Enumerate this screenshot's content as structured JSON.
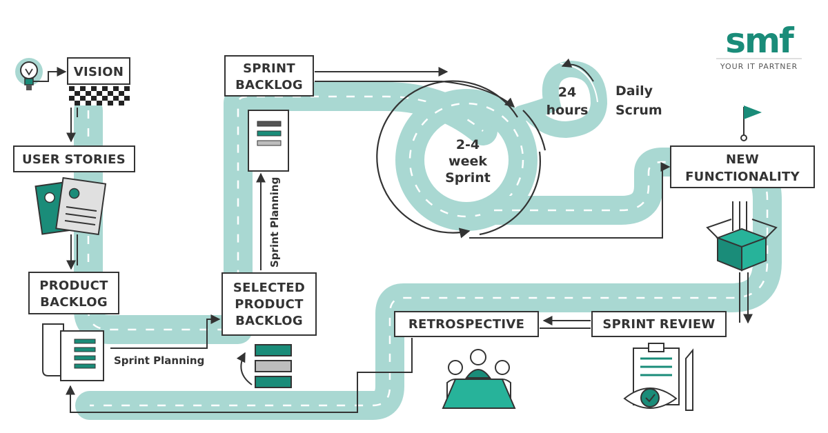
{
  "colors": {
    "road": "#a9d8d2",
    "road_dash": "#ffffff",
    "teal": "#1a8c79",
    "teal_light": "#27b39a",
    "ink": "#333333",
    "gray": "#bdbdbd"
  },
  "logo": {
    "text": "smf",
    "tagline": "YOUR IT PARTNER"
  },
  "boxes": {
    "vision": "VISION",
    "user_stories": "USER STORIES",
    "product_backlog_1": "PRODUCT",
    "product_backlog_2": "BACKLOG",
    "sprint_backlog_1": "SPRINT",
    "sprint_backlog_2": "BACKLOG",
    "selected_1": "SELECTED",
    "selected_2": "PRODUCT",
    "selected_3": "BACKLOG",
    "new_func_1": "NEW",
    "new_func_2": "FUNCTIONALITY",
    "sprint_review": "SPRINT REVIEW",
    "retrospective": "RETROSPECTIVE"
  },
  "labels": {
    "sprint_planning_h": "Sprint Planning",
    "sprint_planning_v": "Sprint Planning",
    "sprint_1": "2-4",
    "sprint_2": "week",
    "sprint_3": "Sprint",
    "hours_1": "24",
    "hours_2": "hours",
    "daily_1": "Daily",
    "daily_2": "Scrum"
  },
  "icons": [
    "lightbulb-icon",
    "checkered-flag-icon",
    "user-profile-documents-icon",
    "backlog-document-icon",
    "sprint-backlog-list-icon",
    "stacked-blocks-cycle-icon",
    "finish-flag-icon",
    "open-box-icon",
    "meeting-table-icon",
    "clipboard-eye-pencil-icon"
  ]
}
